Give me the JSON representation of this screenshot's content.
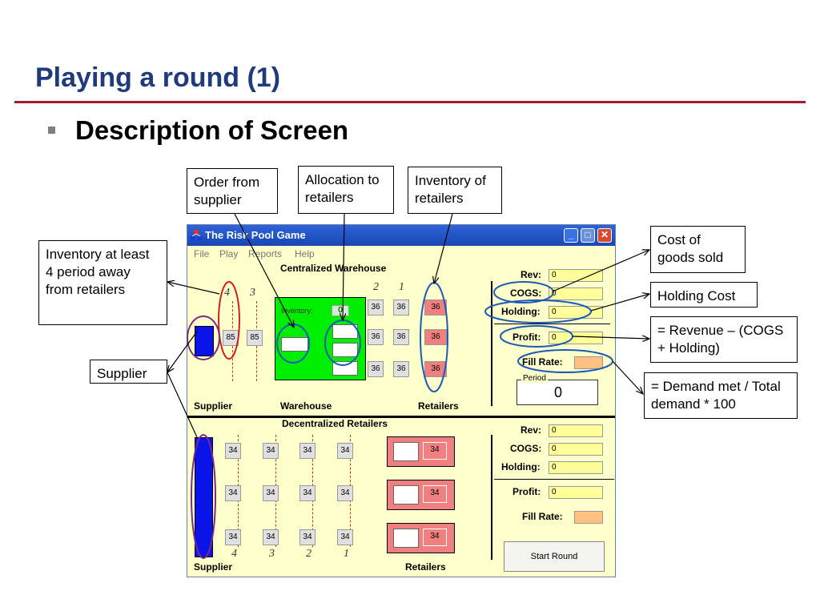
{
  "slide": {
    "title": "Playing a round (1)",
    "bullet": "Description of Screen"
  },
  "callouts": {
    "order_from_supplier": "Order from supplier",
    "allocation": "Allocation to retailers",
    "inventory_retailers": "Inventory of retailers",
    "inventory_4_period": "Inventory at least 4 period away from retailers",
    "supplier": "Supplier",
    "cost_of_goods": "Cost of goods sold",
    "holding_cost": "Holding Cost",
    "profit_formula": "= Revenue – (COGS + Holding)",
    "fill_rate_formula": "= Demand met / Total demand * 100"
  },
  "window": {
    "title": "The Risk Pool Game",
    "menu": [
      "File",
      "Play",
      "Reports",
      "Help"
    ],
    "centralized": {
      "heading": "Centralized Warehouse",
      "pipeline_numbers": [
        "4",
        "3",
        "2",
        "1"
      ],
      "supplier_pipeline": [
        "85",
        "85"
      ],
      "inventory_label": "Inventory:",
      "inventory_value": "0",
      "transit_rows": [
        [
          "36",
          "36",
          "36"
        ],
        [
          "36",
          "36",
          "36"
        ],
        [
          "36",
          "36",
          "36"
        ]
      ],
      "bottom_labels": [
        "Supplier",
        "Warehouse",
        "Retailers"
      ],
      "metrics": {
        "rev": "Rev:",
        "cogs": "COGS:",
        "holding": "Holding:",
        "profit": "Profit:",
        "fill_rate": "Fill Rate:"
      },
      "values": {
        "rev": "0",
        "cogs": "0",
        "holding": "0",
        "profit": "0"
      },
      "period_label": "Period",
      "period_value": "0"
    },
    "decentralized": {
      "heading": "Decentralized Retailers",
      "pipeline_rows": [
        [
          "34",
          "34",
          "34",
          "34"
        ],
        [
          "34",
          "34",
          "34",
          "34"
        ],
        [
          "34",
          "34",
          "34",
          "34"
        ]
      ],
      "retailer_inventory": [
        "34",
        "34",
        "34"
      ],
      "pipeline_numbers": [
        "4",
        "3",
        "2",
        "1"
      ],
      "bottom_labels": [
        "Supplier",
        "Retailers"
      ],
      "metrics": {
        "rev": "Rev:",
        "cogs": "COGS:",
        "holding": "Holding:",
        "profit": "Profit:",
        "fill_rate": "Fill Rate:"
      },
      "values": {
        "rev": "0",
        "cogs": "0",
        "holding": "0",
        "profit": "0"
      },
      "start_button": "Start Round"
    }
  }
}
